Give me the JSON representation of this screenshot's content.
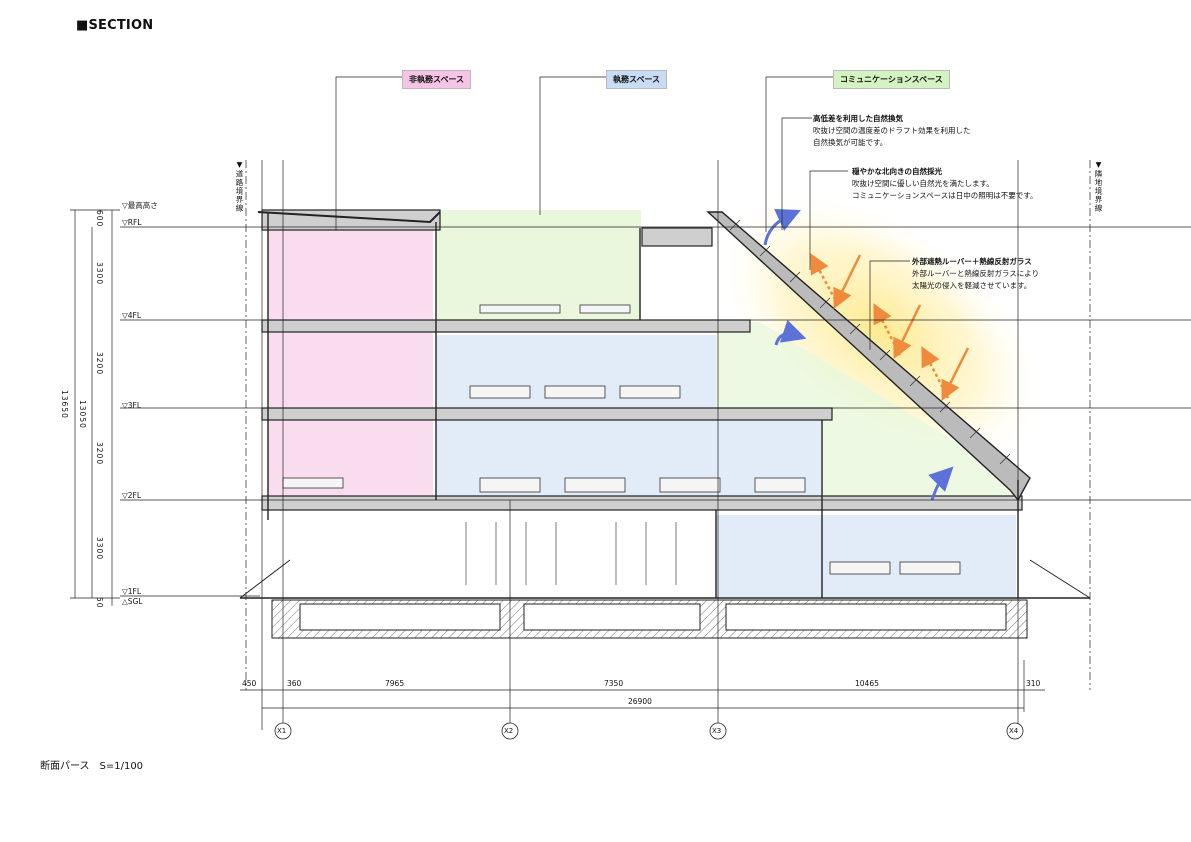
{
  "title": "■SECTION",
  "scale_caption": "断面パース　S=1/100",
  "zone_labels": {
    "non_office": "非執務スペース",
    "office": "執務スペース",
    "communication": "コミュニケーションスペース"
  },
  "notes": [
    {
      "heading": "高低差を利用した自然換気",
      "lines": [
        "吹抜け空間の温度差のドラフト効果を利用した",
        "自然換気が可能です。"
      ]
    },
    {
      "heading": "穏やかな北向きの自然採光",
      "lines": [
        "吹抜け空間に優しい自然光を満たします。",
        "コミュニケーションスペースは日中の照明は不要です。"
      ]
    },
    {
      "heading": "外部遮熱ルーバー＋熱線反射ガラス",
      "lines": [
        "外部ルーバーと熱線反射ガラスにより",
        "太陽光の侵入を軽減させています。"
      ]
    }
  ],
  "boundaries": {
    "left": "▼道路境界線",
    "right": "▼隣地境界線"
  },
  "levels": [
    "▽最高高さ",
    "▽RFL",
    "▽4FL",
    "▽3FL",
    "▽2FL",
    "▽1FL",
    "△SGL"
  ],
  "height_dims": [
    "600",
    "3300",
    "3200",
    "3200",
    "3300",
    "50"
  ],
  "total_heights": [
    "13650",
    "13050"
  ],
  "width_dims": [
    "450",
    "360",
    "7965",
    "7350",
    "10465",
    "310"
  ],
  "total_width": "26900",
  "grid_axes": [
    "X1",
    "X2",
    "X3",
    "X4"
  ],
  "colors": {
    "pink_zone": "#f9ddee",
    "blue_zone": "#e2ecf9",
    "green_zone": "#e9f7dc",
    "sun_glow": "#ffe98a",
    "arrow_orange": "#f08a3c",
    "arrow_blue": "#5d72d8"
  }
}
